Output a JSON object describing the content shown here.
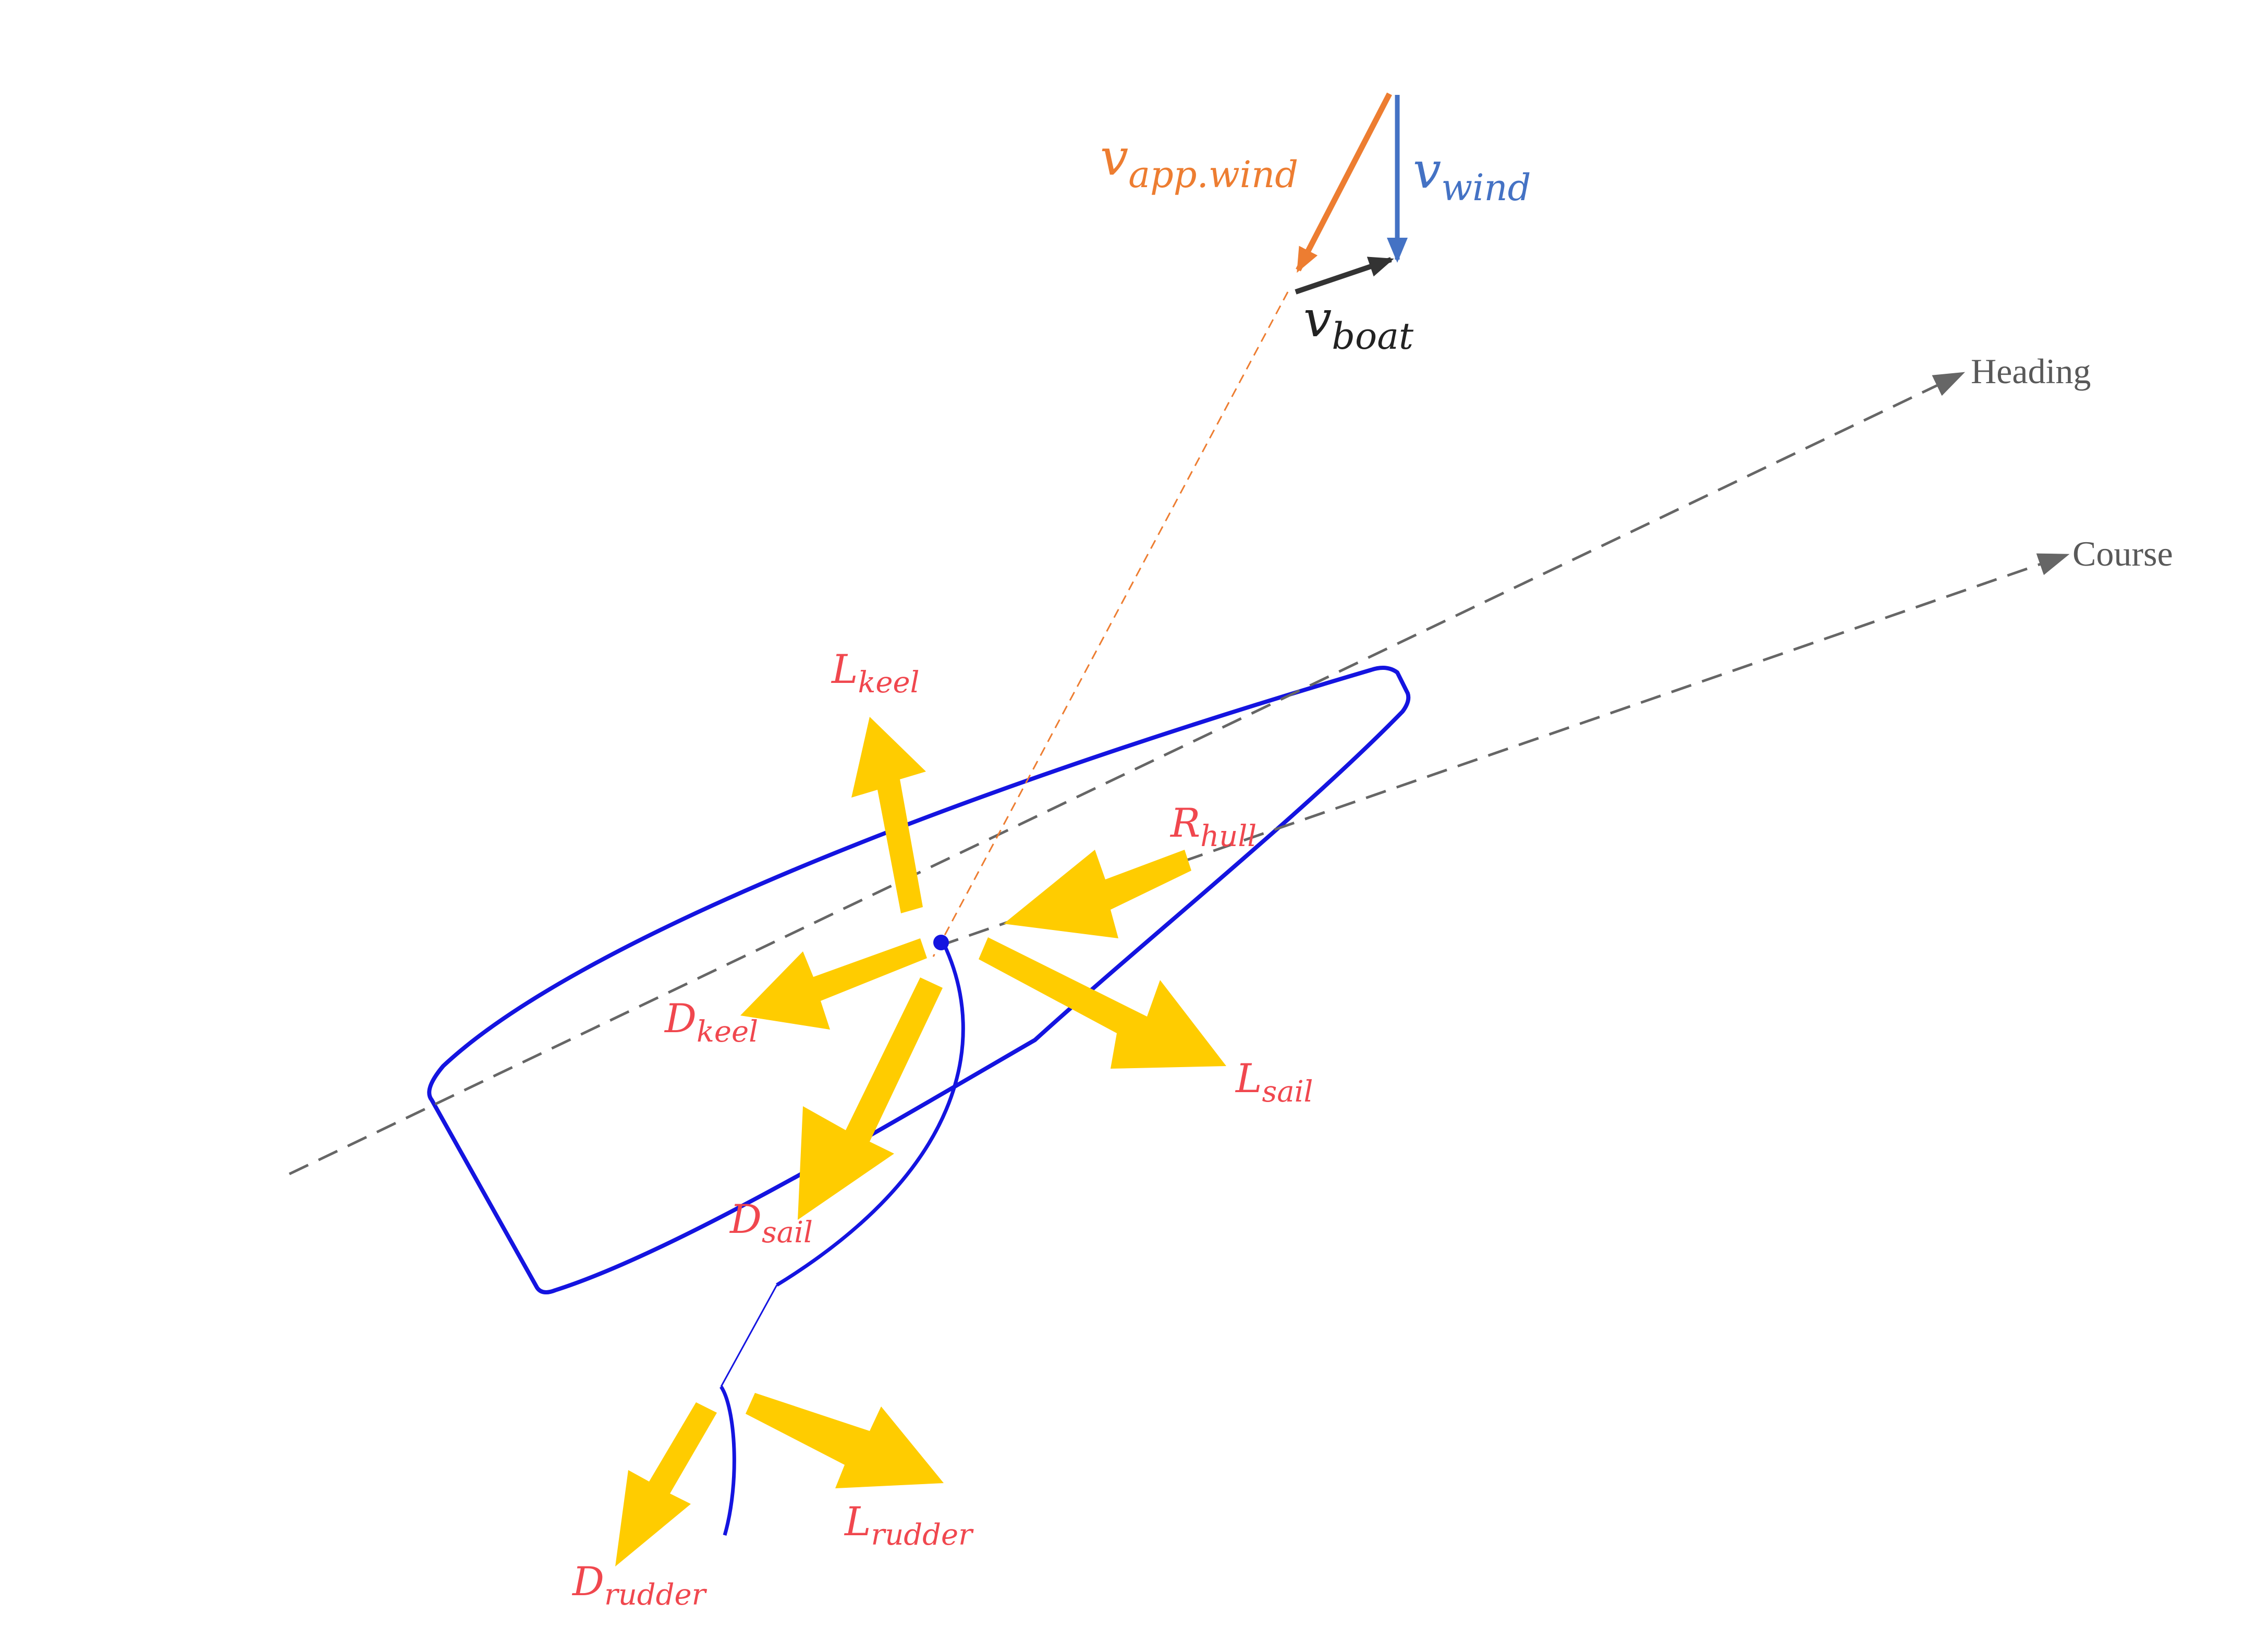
{
  "colors": {
    "hull": "#1414e0",
    "force": "#ffcc00",
    "force_label": "#f0474e",
    "app_wind": "#ed7d31",
    "wind": "#4472c4",
    "boat": "#333333",
    "guide": "#666666"
  },
  "velocities": {
    "app_wind": {
      "main": "v",
      "sub": "app.wind"
    },
    "wind": {
      "main": "v",
      "sub": "wind"
    },
    "boat": {
      "main": "v",
      "sub": "boat"
    }
  },
  "directions": {
    "heading": "Heading",
    "course": "Course"
  },
  "forces": {
    "l_keel": {
      "main": "L",
      "sub": "keel"
    },
    "r_hull": {
      "main": "R",
      "sub": "hull"
    },
    "d_keel": {
      "main": "D",
      "sub": "keel"
    },
    "l_sail": {
      "main": "L",
      "sub": "sail"
    },
    "d_sail": {
      "main": "D",
      "sub": "sail"
    },
    "d_rudder": {
      "main": "D",
      "sub": "rudder"
    },
    "l_rudder": {
      "main": "L",
      "sub": "rudder"
    }
  }
}
